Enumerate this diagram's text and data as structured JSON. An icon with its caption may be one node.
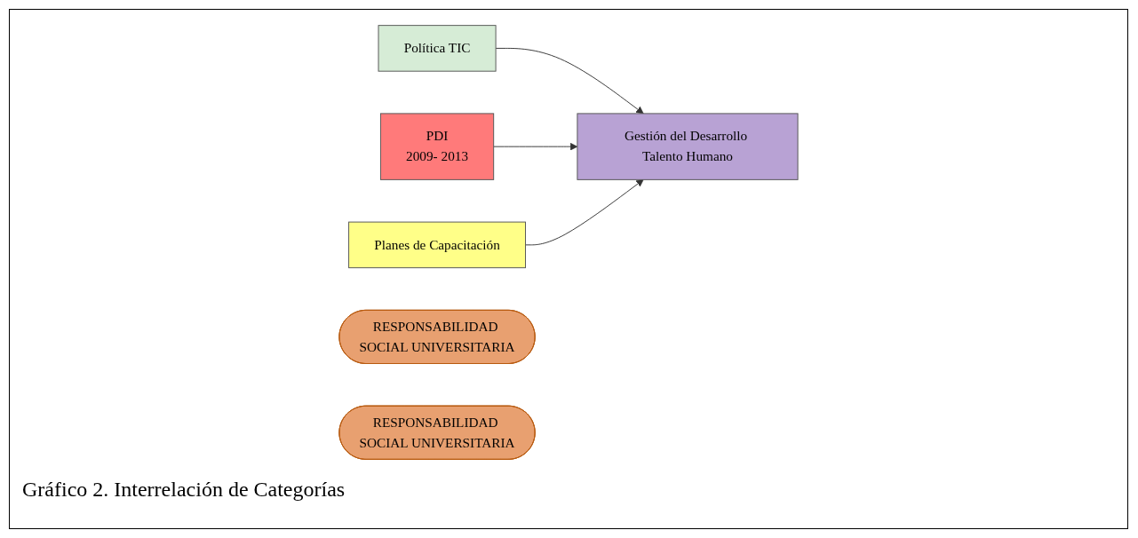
{
  "diagram": {
    "caption": "Gráfico 2. Interrelación de Categorías",
    "nodes": [
      {
        "text": [
          "Política TIC"
        ]
      },
      {
        "text": [
          "PDI",
          "2009- 2013"
        ]
      },
      {
        "text": [
          "Planes de Capacitación"
        ]
      },
      {
        "text": [
          "Gestión del Desarrollo Talento Humano"
        ]
      },
      {
        "text": [
          "RESPONSABILIDAD SOCIAL UNIVERSITARIA"
        ]
      },
      {
        "text": [
          "RESPONSABILIDAD SOCIAL UNIVERSITARIA"
        ]
      }
    ],
    "edges": [
      {
        "from": 0,
        "to": 3,
        "arrow": "to"
      },
      {
        "from": 1,
        "to": 3,
        "arrow": "to"
      },
      {
        "from": 2,
        "to": 3,
        "arrow": "to"
      }
    ]
  }
}
